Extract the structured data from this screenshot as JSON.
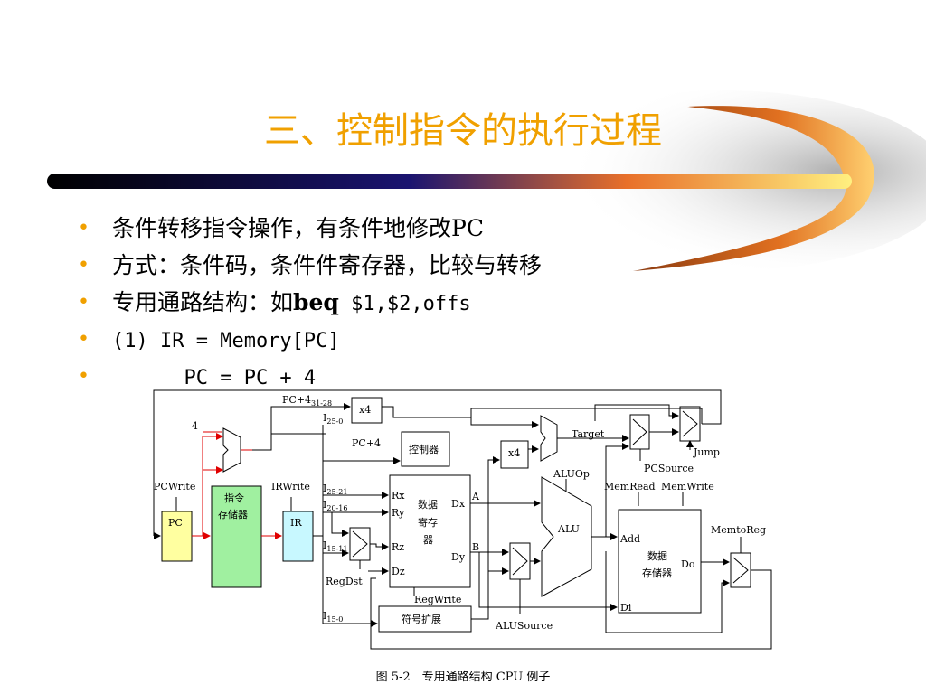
{
  "slide": {
    "title": "三、控制指令的执行过程",
    "bullets": [
      {
        "text": "条件转移指令操作，有条件地修改PC"
      },
      {
        "text": "方式：条件码，条件件寄存器，比较与转移"
      },
      {
        "prefix": "专用通路结构：如",
        "bold": "beq",
        "code": " $1,$2,offs"
      },
      {
        "code": "(1) IR = Memory[PC]"
      },
      {
        "code": "      PC = PC + 4"
      }
    ],
    "caption": "图 5-2　专用通路结构 CPU 例子"
  },
  "diagram": {
    "pc": "PC",
    "pcwrite": "PCWrite",
    "imem_1": "指令",
    "imem_2": "存储器",
    "ir": "IR",
    "irwrite": "IRWrite",
    "const4": "4",
    "pc4_top": "PC+4",
    "pc4_top_sub": "31-28",
    "x4_top": "x4",
    "i25_0": "I",
    "i25_0_sub": "25-0",
    "pc4_mid": "PC+4",
    "controller": "控制器",
    "x4_mid": "x4",
    "target": "Target",
    "jump": "Jump",
    "pcsource": "PCSource",
    "aluop": "ALUOp",
    "memread": "MemRead",
    "memwrite": "MemWrite",
    "memtoreg": "MemtoReg",
    "i25_21": "I",
    "i25_21_sub": "25-21",
    "i20_16": "I",
    "i20_16_sub": "20-16",
    "i15_11": "I",
    "i15_11_sub": "15-11",
    "i15_0": "I",
    "i15_0_sub": "15-0",
    "regdst": "RegDst",
    "rx": "Rx",
    "ry": "Ry",
    "rz": "Rz",
    "dz": "Dz",
    "dx": "Dx",
    "dy": "Dy",
    "rf_1": "数据",
    "rf_2": "寄存",
    "rf_3": "器",
    "regwrite": "RegWrite",
    "signext": "符号扩展",
    "alusource": "ALUSource",
    "a": "A",
    "b": "B",
    "alu": "ALU",
    "add": "Add",
    "di": "Di",
    "do": "Do",
    "dmem_1": "数据",
    "dmem_2": "存储器"
  },
  "colors": {
    "title": "#f0a000",
    "bullet": "#f0a000",
    "pc_box": "#ffffa0",
    "imem_box": "#a0f0a0",
    "ir_box": "#c8f8ff",
    "red_line": "#e00000"
  }
}
